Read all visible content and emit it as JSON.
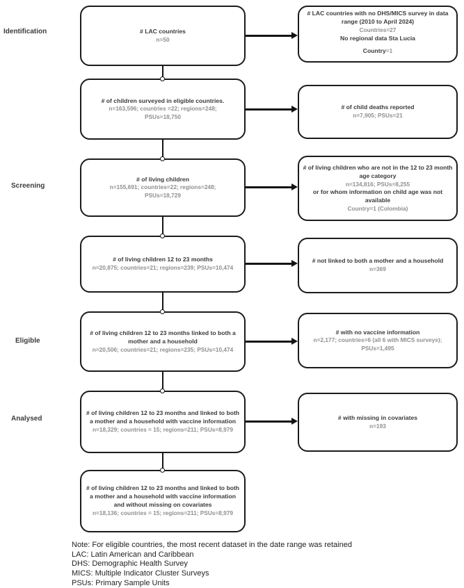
{
  "stages": [
    "Identification",
    "Screening",
    "Eligible",
    "Analysed"
  ],
  "center_boxes": [
    {
      "lines": [
        "# LAC countries",
        "n=50"
      ]
    },
    {
      "lines": [
        "# of children surveyed in eligible countries.",
        "n=163,596; countries =22; regions=248;",
        "PSUs=18,750"
      ]
    },
    {
      "lines": [
        "# of living children",
        "n=155,691; countries=22; regions=248;",
        "PSUs=18,729"
      ]
    },
    {
      "lines": [
        "# of living children 12 to 23 months",
        "n=20,875; countries=21; regions=239; PSUs=10,474"
      ]
    },
    {
      "lines": [
        "# of living children 12 to 23 months linked to both a mother and a household",
        "n=20,506; countries=21; regions=235; PSUs=10,474"
      ]
    },
    {
      "lines": [
        "# of living children 12 to 23 months and linked to both a mother and a household with vaccine information",
        "n=18,329; countries = 15; regions=211; PSUs=8,979"
      ]
    },
    {
      "lines": [
        "# of living children 12 to 23 months and linked to both a mother and a household with vaccine information and without missing on covariates",
        "n=18,136; countries = 15; regions=211; PSUs=8,979"
      ]
    }
  ],
  "right_boxes": [
    {
      "lines": [
        "# LAC countries with no DHS/MICS survey in data range (2010 to April 2024)",
        "Countries=27",
        "No regional data Sta Lucia",
        "Country",
        "=1"
      ]
    },
    {
      "lines": [
        "# of child deaths reported",
        "n=7,905; PSUs=21"
      ]
    },
    {
      "lines": [
        "# of living children who are not in the 12 to 23 month age category",
        "n=134,816; PSUs=8,255",
        "or for whom information on child age was not available",
        "Country=1 (Colombia)"
      ]
    },
    {
      "lines": [
        "# not linked to both a mother and a household",
        "n=369"
      ]
    },
    {
      "lines": [
        "# with no vaccine information",
        "n=2,177; countries=6 (all 6 with MICS surveys);",
        "PSUs=1,495"
      ]
    },
    {
      "lines": [
        "# with missing in covariates",
        "n=193"
      ]
    }
  ],
  "notes": [
    "Note: For eligible countries, the most recent dataset in the date range was retained",
    "LAC: Latin American and Caribbean",
    "DHS: Demographic Health Survey",
    "MICS: Multiple Indicator Cluster Surveys",
    "PSUs: Primary Sample Units"
  ],
  "colors": {
    "border": "#1b1b1b",
    "bold_text": "#3b3b3b",
    "gray_text": "#8f8f8f",
    "line": "#141414"
  }
}
